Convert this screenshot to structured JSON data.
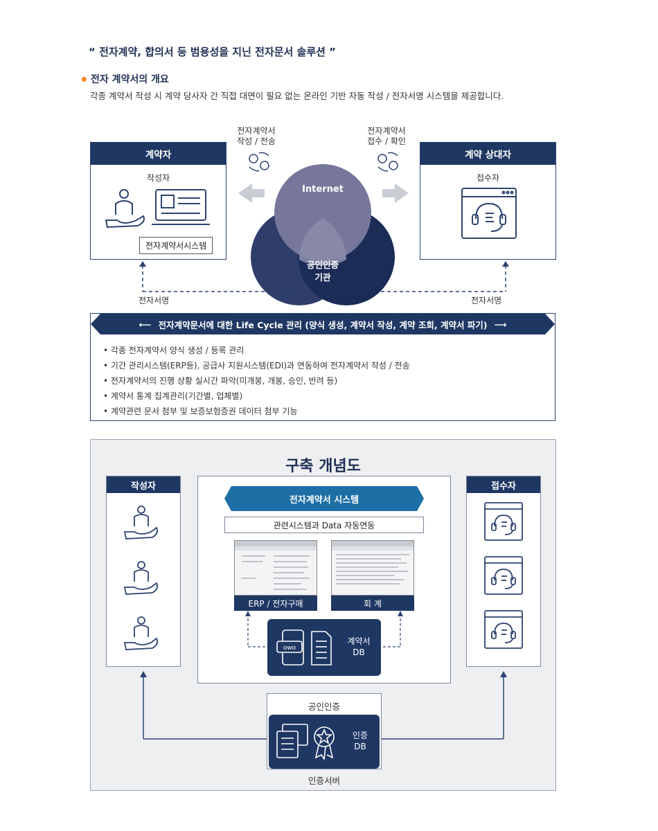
{
  "header": {
    "title": "“ 전자계약, 합의서 등 범용성을 지닌 전자문서 솔루션 ”",
    "section_title": "전자 계약서의 개요",
    "description": "각종 계약서 작성 시 계약 당사자 간 직접 대면이 필요 없는 온라인 기반 자동 작성 / 전자서명 시스템을 제공합니다."
  },
  "overview": {
    "left_action": [
      "전자계약서",
      "작성 / 전송"
    ],
    "right_action": [
      "전자계약서",
      "접수 / 확인"
    ],
    "contractor": {
      "title": "계약자",
      "role": "작성자",
      "system": "전자계약서시스템"
    },
    "counterparty": {
      "title": "계약 상대자",
      "role": "접수자"
    },
    "venn_top": "Internet",
    "venn_bottom": [
      "공인인증",
      "기관"
    ],
    "left_sign": "전자서명",
    "right_sign": "전자서명"
  },
  "lifecycle": {
    "title": "전자계약문서에 대한 Life Cycle 관리 (양식 생성, 계약서 작성, 계약 조회, 계약서 파기)",
    "items": [
      "각종 전자계약서 양식 생성 / 등록 관리",
      "기간 관리시스템(ERP등), 공급사 지원시스템(EDI)과 연동하여 전자계약서 작성 / 전송",
      "전자계약서의 진행 상황 실시간 파악(미개봉, 개봉, 승인, 반려 등)",
      "계약서 통계 집계관리(기간별, 업체별)",
      "계약관련 문서 첨부 및 보증보험증권 데이터 첨부 기능"
    ]
  },
  "build": {
    "title": "구축 개념도",
    "left_head": "작성자",
    "right_head": "접수자",
    "system_title": "전자계약서 시스템",
    "system_sub": "관련시스템과 Data 자동연동",
    "screen1_label": "ERP / 전자구매",
    "screen2_label": "회  계",
    "contract_db": [
      "계약서",
      "DB"
    ],
    "cert_head": "공인인증",
    "cert_db": [
      "인증",
      "DB"
    ],
    "cert_server": "인증서버"
  },
  "colors": {
    "navy": "#1f3763",
    "accent": "#f08a24",
    "blue": "#1d6fa5"
  }
}
